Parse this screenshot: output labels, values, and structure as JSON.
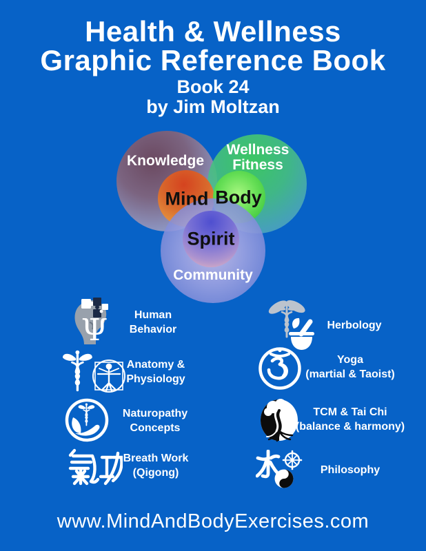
{
  "colors": {
    "background": "#0762c7",
    "text": "#ffffff",
    "knowledge_circle": "#6f485c",
    "wellness_circle": "#3ecb5e",
    "community_circle": "#8e9add",
    "mind_circle": "#d5431f",
    "body_circle": "#65de55",
    "spirit_circle": "#4f4fd0",
    "icon_gray": "#98a1ac",
    "icon_navy": "#1b2945",
    "icon_silver": "#bcc3cd",
    "icon_white": "#ffffff"
  },
  "title": {
    "line1": "Health & Wellness",
    "line2": "Graphic Reference Book",
    "book_number": "Book 24",
    "byline": "by Jim Moltzan"
  },
  "venn": {
    "knowledge": "Knowledge",
    "wellness_line1": "Wellness",
    "wellness_line2": "Fitness",
    "community": "Community",
    "mind": "Mind",
    "body": "Body",
    "spirit": "Spirit"
  },
  "glyphs": {
    "psi": "Ψ"
  },
  "topics": [
    {
      "icon": "head-puzzle-psi",
      "label_line1": "Human",
      "label_line2": "Behavior"
    },
    {
      "icon": "caduceus-vitruvian-man",
      "label_line1": "Anatomy &",
      "label_line2": "Physiology"
    },
    {
      "icon": "naturopathy-caduceus-leaf-hand",
      "label_line1": "Naturopathy",
      "label_line2": "Concepts"
    },
    {
      "icon": "qigong-calligraphy",
      "label_line1": "Breath Work",
      "label_line2": "(Qigong)"
    },
    {
      "icon": "herb-caduceus-mortar-pestle",
      "label_line1": "Herbology"
    },
    {
      "icon": "om-symbol-circle",
      "label_line1": "Yoga",
      "label_line2": "(martial & Taoist)"
    },
    {
      "icon": "tree-yin-yang",
      "label_line1": "TCM & Tai Chi",
      "label_line2": "(balance & harmony)"
    },
    {
      "icon": "water-dharma-wheel-yin-yang",
      "label_line1": "Philosophy"
    }
  ],
  "footer": {
    "website": "www.MindAndBodyExercises.com"
  }
}
